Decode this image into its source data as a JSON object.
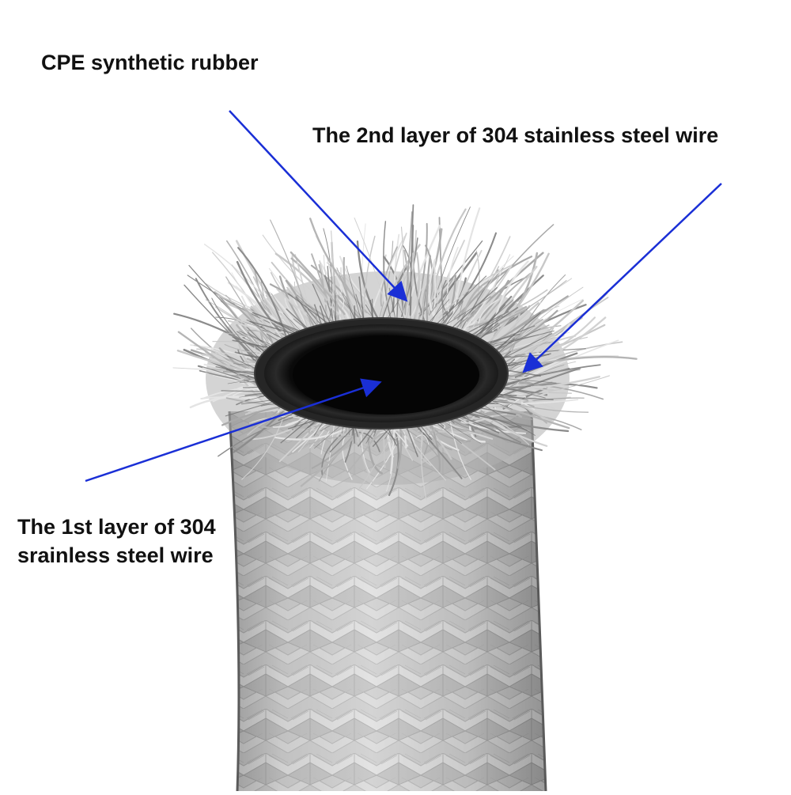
{
  "labels": {
    "cpe": "CPE synthetic rubber",
    "second_layer": "The 2nd layer of 304 stainless steel wire",
    "first_layer_line1": "The 1st layer of 304",
    "first_layer_line2": "srainless steel wire"
  },
  "colors": {
    "arrow": "#1a2fd6",
    "rubber": "#141414",
    "steel_light": "#dcdcdc",
    "steel_mid": "#a8a8a8",
    "steel_dark": "#6e6e6e",
    "background": "#ffffff"
  }
}
